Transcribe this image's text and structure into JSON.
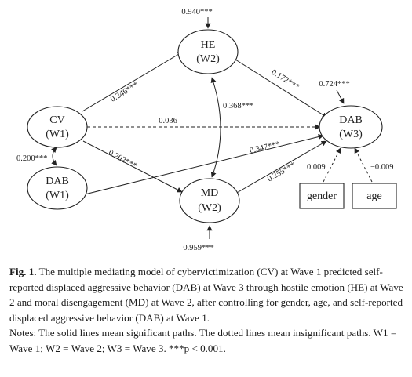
{
  "nodes": {
    "cv": {
      "line1": "CV",
      "line2": "(W1)"
    },
    "dab_w1": {
      "line1": "DAB",
      "line2": "(W1)"
    },
    "he": {
      "line1": "HE",
      "line2": "(W2)"
    },
    "md": {
      "line1": "MD",
      "line2": "(W2)"
    },
    "dab_w3": {
      "line1": "DAB",
      "line2": "(W3)"
    },
    "gender": {
      "label": "gender"
    },
    "age": {
      "label": "age"
    }
  },
  "paths": {
    "cv_to_he": "0.246***",
    "he_to_dab3": "0.172***",
    "cv_to_dab3": "0.036",
    "cv_to_md": "0.202***",
    "dab1_to_dab3": "0.347***",
    "md_to_dab3": "0.255***",
    "he_md_covariance": "0.368***",
    "cv_dab1_covariance": "0.200***",
    "gender_to_dab3": "0.009",
    "age_to_dab3": "−0.009"
  },
  "residuals": {
    "he": "0.940***",
    "md": "0.959***",
    "dab_w3": "0.724***"
  },
  "caption": {
    "fig_label": "Fig. 1.",
    "text": " The multiple mediating model of cybervictimization (CV) at Wave 1 predicted self-reported displaced aggressive behavior (DAB) at Wave 3 through hostile emotion (HE) at Wave 2 and moral disengagement (MD) at Wave 2, after controlling for gender, age, and self-reported displaced aggressive behavior (DAB) at Wave 1.",
    "notes": "Notes: The solid lines mean significant paths. The dotted lines mean insignificant paths. W1 = Wave 1; W2 = Wave 2; W3 = Wave 3. ***p < 0.001."
  }
}
